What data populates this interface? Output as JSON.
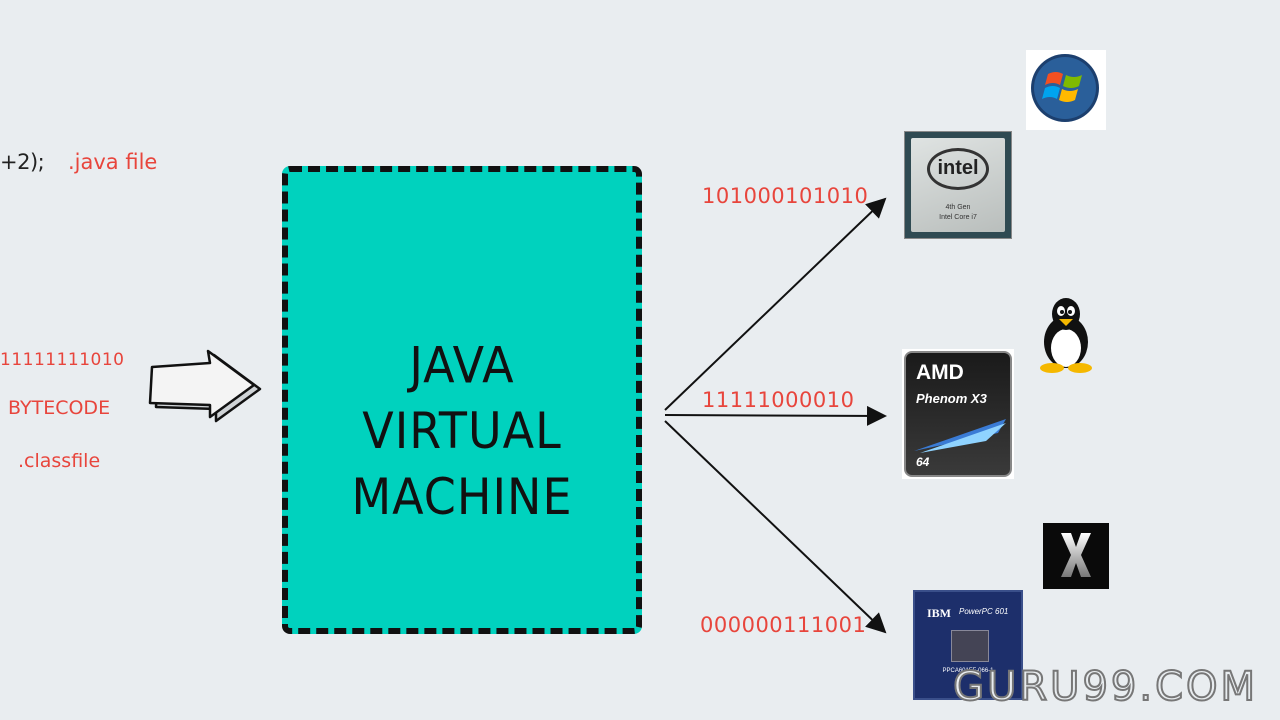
{
  "source": {
    "code_snippet": "+2);",
    "java_file_label": ".java file"
  },
  "bytecode": {
    "bits": "11111111010",
    "label": "BYTECODE",
    "file_label": ".classfile"
  },
  "jvm": {
    "line1": "JAVA",
    "line2": "VIRTUAL",
    "line3": "MACHINE",
    "fill_color": "#00d2be"
  },
  "outputs": [
    {
      "bits": "101000101010",
      "chip": "intel-chip-icon",
      "os": "windows-logo-icon"
    },
    {
      "bits": "11111000010",
      "chip": "amd-phenom-chip-icon",
      "os": "linux-tux-icon"
    },
    {
      "bits": "000000111001",
      "chip": "ibm-powerpc-chip-icon",
      "os": "mac-os-x-logo-icon"
    }
  ],
  "chips": {
    "intel_brand": "intel",
    "intel_gen": "4th Gen",
    "intel_model": "Intel Core i7",
    "amd_brand": "AMD",
    "amd_model": "Phenom X3",
    "amd_bits": "64",
    "ibm_brand": "IBM",
    "ibm_model": "PowerPC 601",
    "ibm_part": "PPCA601FF-066-1"
  },
  "watermark": "GURU99.COM",
  "accent_color": "#e8453c"
}
